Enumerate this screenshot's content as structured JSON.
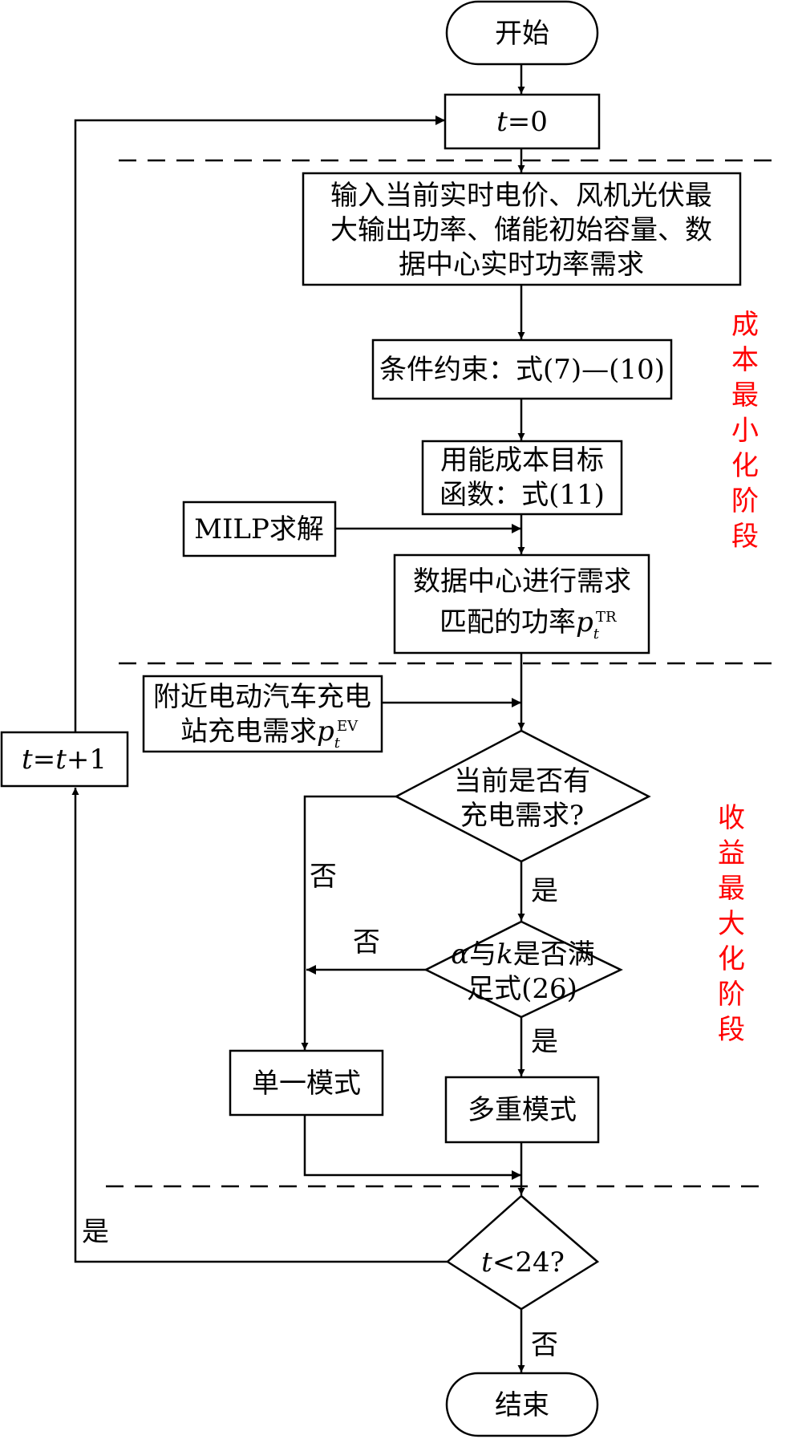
{
  "nodes": {
    "start": "开始",
    "t_init": {
      "var": "t",
      "rest": "=0"
    },
    "input": [
      "输入当前实时电价、风机光伏最",
      "大输出功率、储能初始容量、数",
      "据中心实时功率需求"
    ],
    "constraint": "条件约束：式(7)—(10)",
    "objective": [
      "用能成本目标",
      "函数：式(11)"
    ],
    "milp": "MILP求解",
    "match": {
      "line1": "数据中心进行需求",
      "line2": "匹配的功率",
      "var": "p",
      "sub": "t",
      "sup": "TR"
    },
    "ev_demand": {
      "line1": "附近电动汽车充电",
      "line2": "站充电需求",
      "var": "p",
      "sub": "t",
      "sup": "EV"
    },
    "charge_q": [
      "当前是否有",
      "充电需求?"
    ],
    "alpha_q": {
      "a": "α",
      "mid": "与",
      "k": "k",
      "rest": "是否满",
      "line2": "足式(26)"
    },
    "single_mode": "单一模式",
    "multi_mode": "多重模式",
    "t_check": {
      "var": "t",
      "rest": "<24?"
    },
    "end": "结束",
    "t_inc": {
      "v1": "t",
      "eq": "=",
      "v2": "t",
      "rest": "+1"
    }
  },
  "edge_labels": {
    "no_charge": "否",
    "yes_charge": "是",
    "no_alpha": "否",
    "yes_alpha": "是",
    "yes_loop": "是",
    "no_end": "否"
  },
  "stages": {
    "cost_min": [
      "成",
      "本",
      "最",
      "小",
      "化",
      "阶",
      "段"
    ],
    "revenue_max": [
      "收",
      "益",
      "最",
      "大",
      "化",
      "阶",
      "段"
    ]
  },
  "colors": {
    "stage_label": "#ff0000",
    "line": "#000000"
  }
}
